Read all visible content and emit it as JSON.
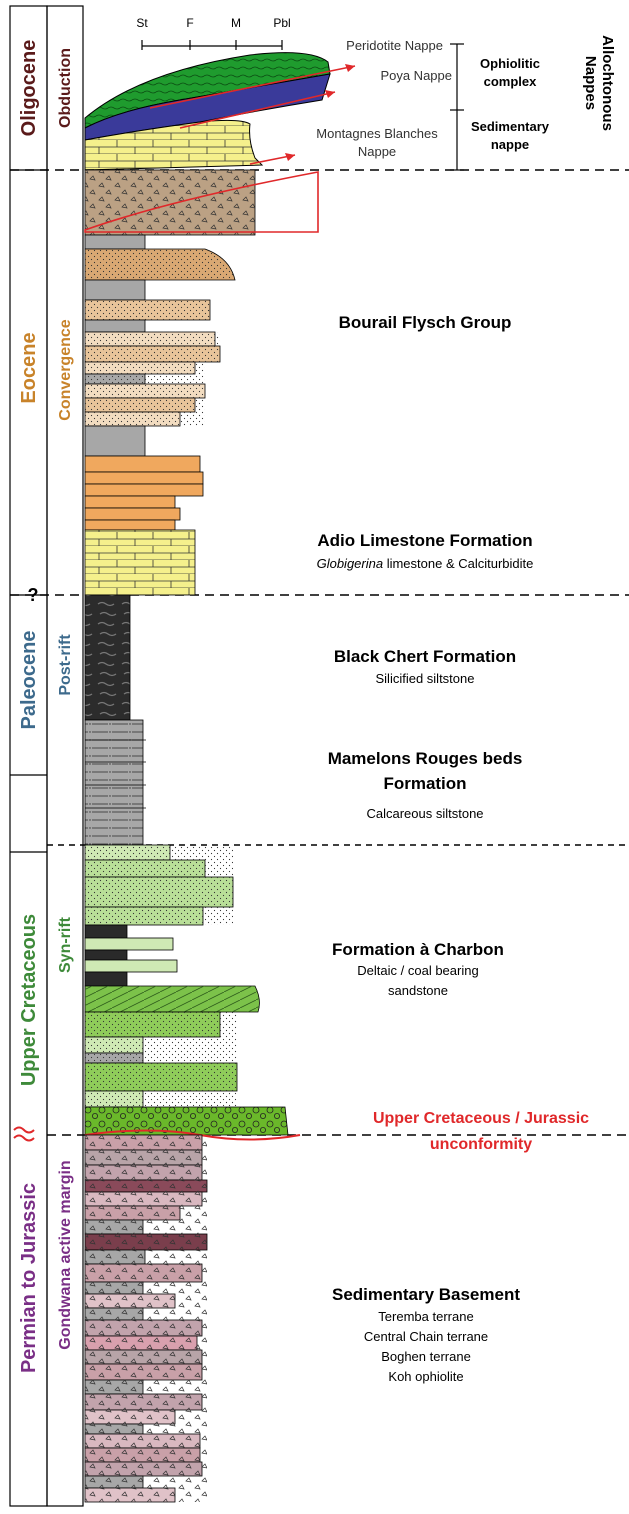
{
  "colors": {
    "oligocene": "#5a1a1a",
    "eocene": "#c8832a",
    "paleocene": "#3d6a8c",
    "cretaceous": "#3e8a3a",
    "permian": "#7a2f86",
    "unconformity": "#e0282a",
    "thrust": "#e0282a"
  },
  "epochs": {
    "oligocene": "Oligocene",
    "eocene": "Eocene",
    "paleocene": "Paleocene",
    "upper_cretaceous": "Upper Cretaceous",
    "permian_jurassic": "Permian to Jurassic"
  },
  "tectonic": {
    "obduction": "Obduction",
    "convergence": "Convergence",
    "post_rift": "Post-rift",
    "syn_rift": "Syn-rift",
    "gondwana": "Gondwana active margin"
  },
  "question_mark": "?",
  "grain_scale": [
    "St",
    "F",
    "M",
    "Pbl"
  ],
  "nappes": {
    "peridotite": "Peridotite Nappe",
    "poya": "Poya Nappe",
    "montagnes": [
      "Montagnes Blanches",
      "Nappe"
    ],
    "ophiolitic": [
      "Ophiolitic",
      "complex"
    ],
    "sedimentary": [
      "Sedimentary",
      "nappe"
    ],
    "allochtonous": [
      "Allochtonous",
      "Nappes"
    ]
  },
  "formations": {
    "bourail": "Bourail Flysch Group",
    "adio_title": "Adio Limestone Formation",
    "adio_sub_italic": "Globigerina",
    "adio_sub_rest": " limestone & Calciturbidite",
    "chert_title": "Black Chert Formation",
    "chert_sub": "Silicified siltstone",
    "mamelons_title": [
      "Mamelons Rouges beds",
      "Formation"
    ],
    "mamelons_sub": "Calcareous siltstone",
    "charbon_title": "Formation à Charbon",
    "charbon_sub": [
      "Deltaic / coal bearing",
      "sandstone"
    ],
    "unconformity": [
      "Upper Cretaceous / Jurassic",
      "unconformity"
    ],
    "basement_title": "Sedimentary Basement",
    "basement_sub": [
      "Teremba terrane",
      "Central Chain terrane",
      "Boghen terrane",
      "Koh ophiolite"
    ]
  }
}
